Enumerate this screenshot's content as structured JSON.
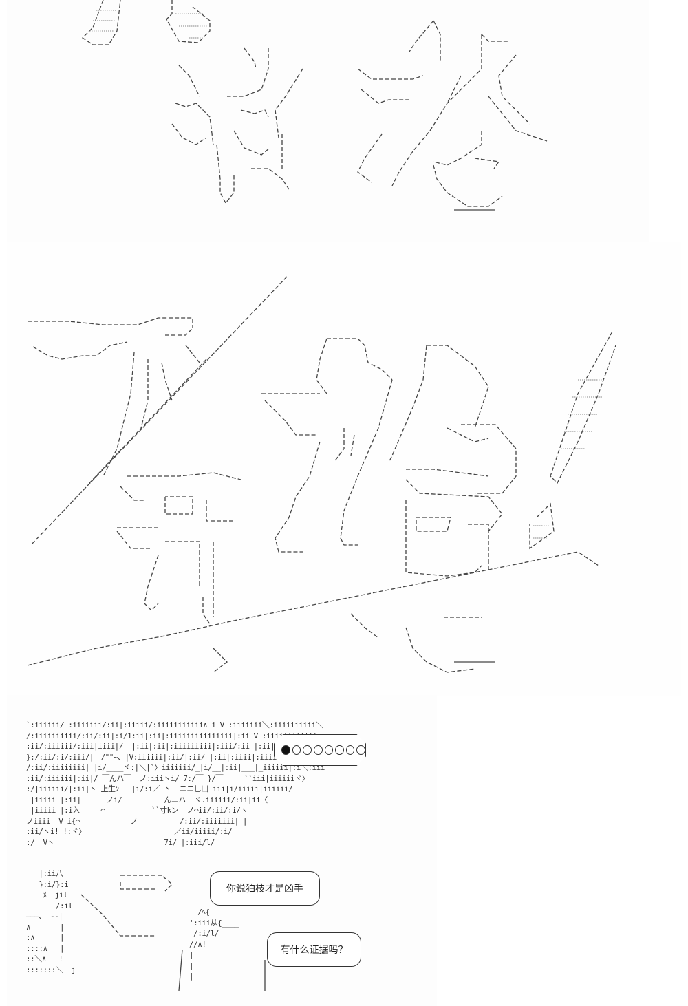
{
  "page": {
    "type": "ascii-art comic page",
    "panels": [
      {
        "id": "panel-1",
        "description": "ascii-art figures with stylized glyph lettering"
      },
      {
        "id": "panel-2",
        "description": "large ascii-art lettering with a diagonal slash and speed lines"
      },
      {
        "id": "panel-3",
        "description": "ascii-art character with speech bubbles"
      }
    ]
  },
  "indicator": {
    "filled": 1,
    "total": 8,
    "symbols": "●○○○○○○○"
  },
  "dialogue": {
    "bubble_1": "你说狛枝才是凶手",
    "bubble_2": "有什么证据吗？"
  },
  "aa_fragments": {
    "hair_block": "`:iiiiii/ :iiiiiii/:ii|:iiiii/:iiiiiiiiiii∧ i V :iiiiiii＼:iiiiiiiiii＼\n/:iiiiiiiiii/:ii/:ii|:i/1:ii|:ii|:iiiiiiiiiiiiiii|:ii V :iiiiiiiiiiii.\n:ii/:iiiiii/:iii|iiii|/  |:ii|:ii|:iiiiiiiii|:iii/:ii |:ii|:ii∧:iii＼|\n}:/:ii/:i/:iii/|￣/\"\"~、|V:iiiiii|:ii/|:ii/ |:ii|:iiii|:iiiiiii\n/:ii/:iiiiiiii| |i/____ヾ:|＼|`〉iiiiiii/_|i/__|:ii|___|_iiiiii|:i＼:iii\n:ii/:iiiiii|:ii|/ ￣んハ￣  ノ:iii丶i/ 7:/￣ }/￣     ``iii|iiiiiiヾ〉\n:/|iiiiii/|:ii|丶 上生ﾝ   |i/:i／ 丶  ニニ乚凵_iii|i/iiiii|iiiiii/\n |iiiii |:ii|      ノi/          んニハ  ヾ.iiiiii/:ii|ii〈\n |iiiii |:i入     ⌒           ``寸kン  ノ⌒ii/:ii/:i/ヽ\nノiiii  V i{⌒            ノ          /:ii/:iiiiiii| |\n:ii/ヽi! !:ヾ〉                     ／ii/iiiii/:i/\n:/  V丶                          7i/ |:iii/l/",
    "lower_left": "   |:ii八\n   }:i/}:i\n    ﾒ  jil\n       /:il\n―――、 --|\n∧       |\n:∧      |\n::::∧   |\n::＼∧   !\n:::::::＼  j",
    "lower_mid": "  /ﾍ{\n':iii从{____\n /:i/l/\n//∧!\n|\n|\n|"
  }
}
